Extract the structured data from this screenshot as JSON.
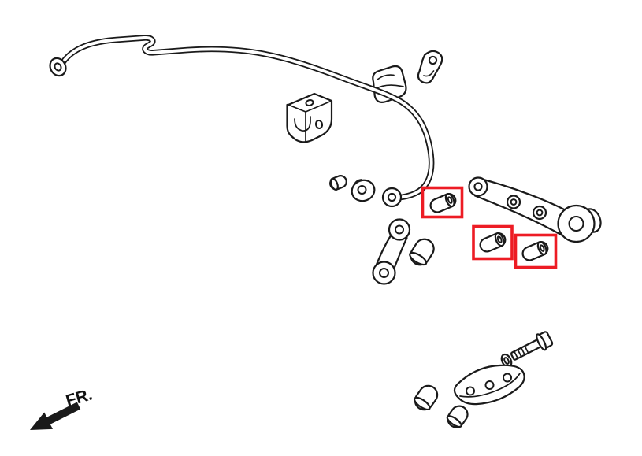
{
  "diagram": {
    "type": "exploded-parts-diagram",
    "subject": "rear-stabilizer-bar-and-control-arm-bushings",
    "background_color": "#ffffff",
    "line_color": "#1a1a1a",
    "highlight_color": "#ed1c24",
    "direction_label": "FR.",
    "highlights": {
      "count": 3,
      "style": "red-rectangle-outline"
    },
    "parts": [
      "stabilizer-bar",
      "stabilizer-bar-left-eyelet",
      "clamp-bracket",
      "saddle-bushing",
      "retainer-clip",
      "sleeve-spacer",
      "grommet-bushing",
      "stabilizer-bar-end-eyelet",
      "highlighted-bushing-1",
      "end-link",
      "end-link-bushing",
      "control-arm",
      "highlighted-bushing-2",
      "highlighted-bushing-3",
      "flange-bolt",
      "washer-nut",
      "lower-bracket",
      "small-bushing-a",
      "small-bushing-b",
      "front-direction-arrow"
    ]
  }
}
